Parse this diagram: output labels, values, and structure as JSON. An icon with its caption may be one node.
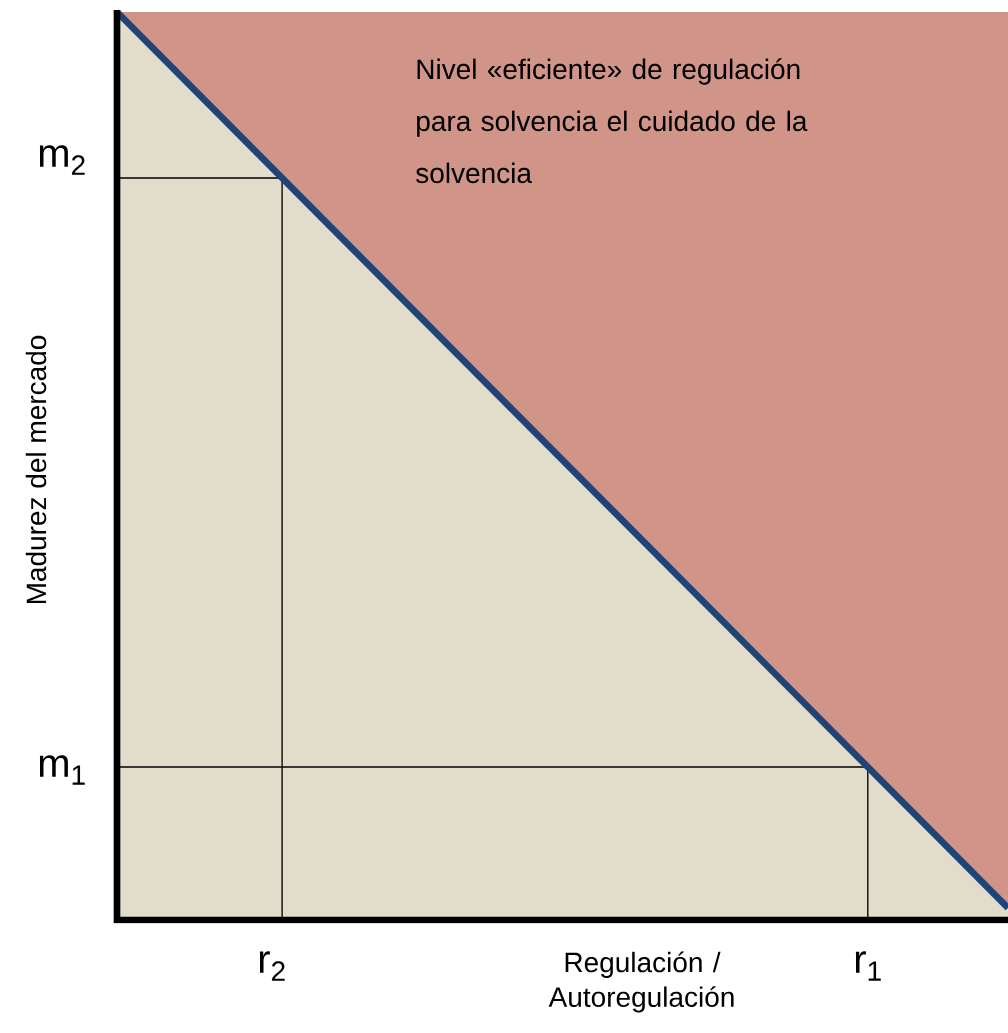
{
  "diagram": {
    "nodes": [
      {
        "text": [
          "Nivel «eficiente» de regulación para solvencia el cuidado de la solvencia"
        ]
      }
    ],
    "labels": [
      "m$_{2}$",
      "Madurez del mercado",
      "m$_{1}$",
      "r$_{2}$",
      "Regulación / Autoregulación",
      "r$_{1}$"
    ]
  }
}
